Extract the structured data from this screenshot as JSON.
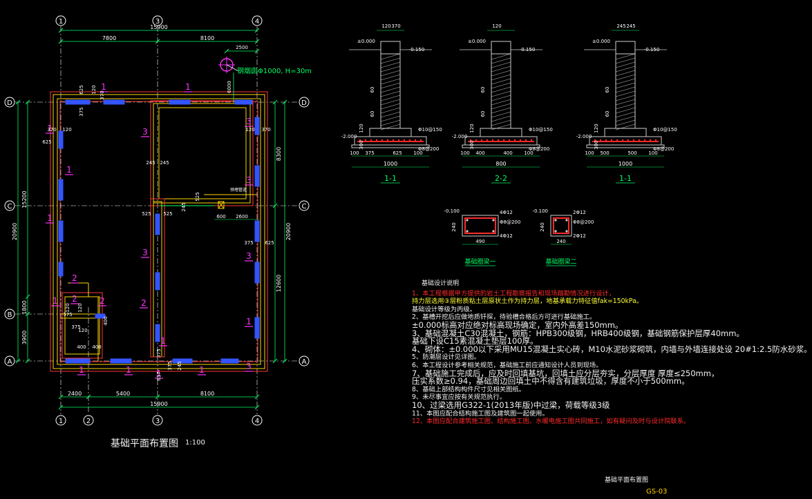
{
  "plan": {
    "title": "基础平面布置图",
    "scale": "1:100",
    "axes_top": [
      "1",
      "3",
      "4"
    ],
    "axes_bottom": [
      "1",
      "2",
      "3",
      "4"
    ],
    "axes_left": [
      "D",
      "C",
      "B",
      "A"
    ],
    "axes_right": [
      "D",
      "C",
      "A"
    ],
    "dims_top_total": "15900",
    "dims_top": [
      "7800",
      "8100"
    ],
    "dims_bottom": [
      "2400",
      "5400",
      "8100"
    ],
    "dims_bottom_total": "15900",
    "dims_left": [
      "15200",
      "1800",
      "3900"
    ],
    "dims_left_total": "20900",
    "dims_right": [
      "8300",
      "12600"
    ],
    "dims_right_total": "20900",
    "chimney_label": "钢烟囱Φ1000, H=30m",
    "chimney_dims": [
      "2500",
      "6000"
    ],
    "section_marks": [
      "1",
      "2",
      "3"
    ],
    "wall_dims": [
      "625",
      "375",
      "120",
      "370",
      "245",
      "525",
      "600",
      "2600",
      "400",
      "120",
      "575",
      "400",
      "637",
      "375",
      "245"
    ],
    "pipe_note": "预埋管道"
  },
  "sections": [
    {
      "label": "1-1",
      "width": "1000",
      "top_dims": [
        "120",
        "370"
      ],
      "level_top": "±0.000",
      "level_left": "-0.150",
      "level_bottom": "-2.000",
      "rebar_a": "Φ10@150",
      "rebar_b": "Φ8@200",
      "bottom_dims": [
        "100",
        "375",
        "625",
        "100"
      ],
      "side_dims": [
        "60",
        "60",
        "60",
        "120",
        "300"
      ]
    },
    {
      "label": "2-2",
      "width": "800",
      "top_dims": [
        "120"
      ],
      "level_top": "±0.000",
      "level_left": "-0.150",
      "level_bottom": "-2.000",
      "rebar_a": "Φ10@150",
      "rebar_b": "Φ8@200",
      "bottom_dims": [
        "100",
        "400",
        "400",
        "100"
      ],
      "side_dims": [
        "60",
        "60",
        "60",
        "120",
        "300"
      ]
    },
    {
      "label": "1-1",
      "width": "1000",
      "top_dims": [
        "245",
        "245"
      ],
      "level_top": "±0.000",
      "level_left": "-0.150",
      "level_bottom": "-2.000",
      "rebar_a": "Φ10@150",
      "rebar_b": "Φ8@200",
      "bottom_dims": [
        "100",
        "500",
        "500",
        "100"
      ],
      "side_dims": [
        "60",
        "60",
        "60",
        "120",
        "300"
      ]
    }
  ],
  "beams": [
    {
      "label": "基础圈梁一",
      "level": "-0.100",
      "top_bars": "4Φ12",
      "stirrup": "Φ8@200",
      "bottom_bars": "4Φ12",
      "width": "490",
      "height": "240"
    },
    {
      "label": "基础圈梁二",
      "level": "-0.100",
      "top_bars": "2Φ12",
      "stirrup": "Φ8@200",
      "bottom_bars": "2Φ12",
      "width": "240",
      "height": "240"
    }
  ],
  "notes": {
    "heading": "基础设计说明",
    "lines": [
      {
        "text": "1、本工程根据甲方提供的岩土工程勘察报告和现场踏勘情况进行设计，",
        "style": "red"
      },
      {
        "text": "持力层选用③层粉质粘土层原状土作为持力层，地基承载力特征值fak=150kPa。",
        "style": "yel"
      },
      {
        "text": "基础设计等级为丙级。",
        "style": ""
      },
      {
        "text": "2、基槽开挖后应做地质钎探，待验槽合格后方可进行基础施工。",
        "style": ""
      },
      {
        "text": "±0.000标高对应绝对标高现场确定，室内外高差150mm。",
        "style": "big"
      },
      {
        "text": "3、基础混凝土C30混凝土，钢筋：HPB300级钢，HRB400级钢，基础钢筋保护层厚40mm。",
        "style": "big"
      },
      {
        "text": "基础下设C15素混凝土垫层100厚。",
        "style": "big"
      },
      {
        "text": "4、砌体：±0.000以下采用MU15混凝土实心砖，M10水泥砂浆砌筑，内墙与外墙连接处设 20#1:2.5防水砂浆。",
        "style": "big"
      },
      {
        "text": "5、防潮层设计见详图。",
        "style": ""
      },
      {
        "text": "6、本工程设计参考相关规范，基础施工前应通知设计人员到现场。",
        "style": ""
      },
      {
        "text": "7、基础施工完成后，应及时回填基坑，回填土应分层夯实，分层厚度 厚度≤250mm，",
        "style": "big"
      },
      {
        "text": "压实系数≥0.94，基础周边回填土中不得含有建筑垃圾，厚度不小于500mm。",
        "style": "big"
      },
      {
        "text": "8、基础上部结构构件尺寸见相关图纸。",
        "style": ""
      },
      {
        "text": "9、未尽事宜应按有关规范执行。",
        "style": ""
      },
      {
        "text": "10、过梁选用G322-1(2013年版)中过梁，荷载等级3级",
        "style": "big"
      },
      {
        "text": "11、本图应配合结构施工图及建筑图一起使用。",
        "style": ""
      },
      {
        "text": "12、本图应配合建筑施工图、结构施工图、水暖电施工图共同施工，如有疑问及时与设计院联系。",
        "style": "red"
      }
    ]
  },
  "titleblock": {
    "sheet_name": "基础平面布置图",
    "sheet_no": "GS-03"
  },
  "colors": {
    "background": "#000000",
    "wall": "#ffd700",
    "footing": "#ff3a3a",
    "dim": "#00ff66",
    "axis": "#ffffff",
    "mark": "#ff33ff",
    "beam": "#3355ff",
    "rebar": "#ff2a2a",
    "hatch": "#cfcfcf"
  }
}
